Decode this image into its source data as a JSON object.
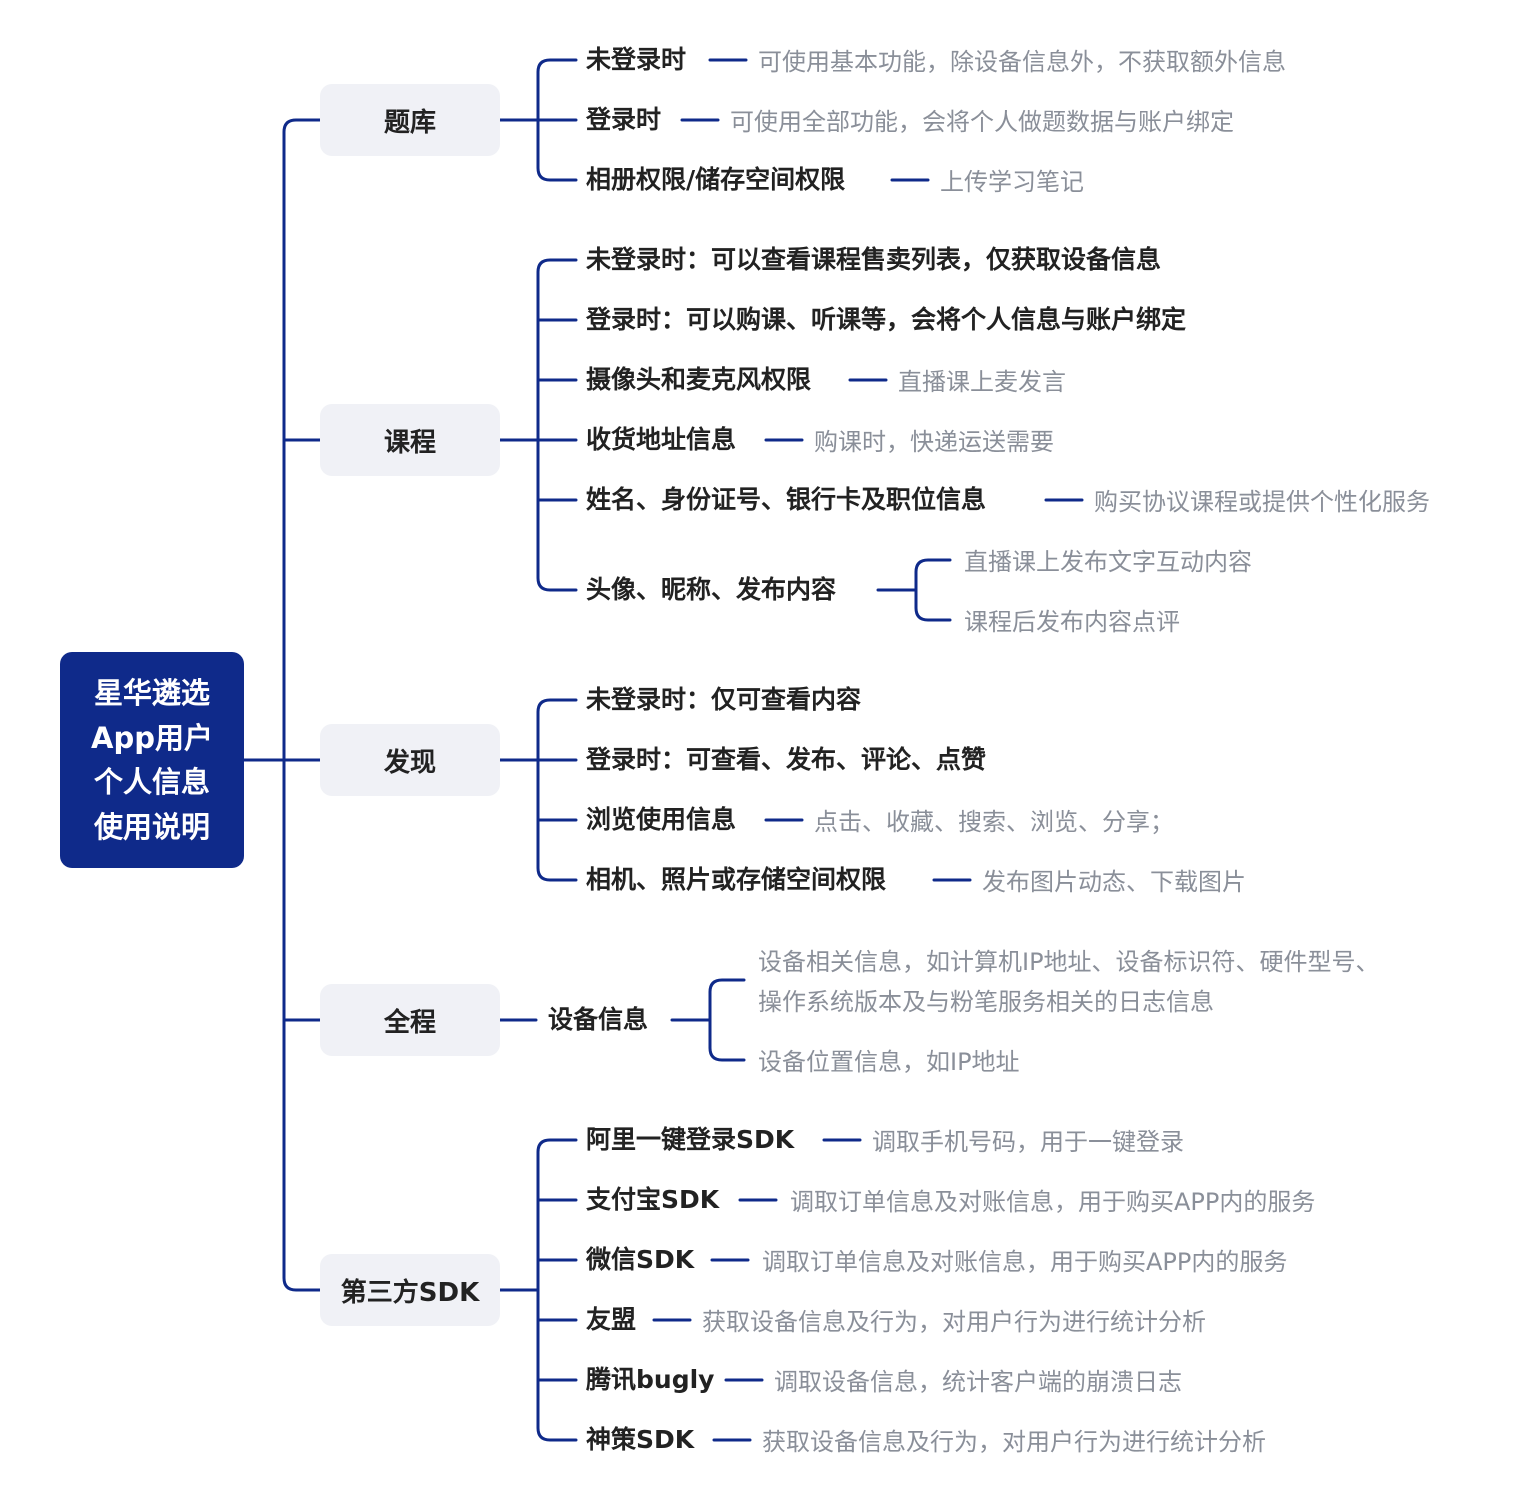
{
  "root": {
    "lines": [
      "星华遴选",
      "App用户",
      "个人信息",
      "使用说明"
    ]
  },
  "categories": [
    "题库",
    "课程",
    "发现",
    "全程",
    "第三方SDK"
  ],
  "items": [
    "未登录时",
    "登录时",
    "相册权限/储存空间权限",
    "未登录时：可以查看课程售卖列表，仅获取设备信息",
    "登录时：可以购课、听课等，会将个人信息与账户绑定",
    "摄像头和麦克风权限",
    "收货地址信息",
    "姓名、身份证号、银行卡及职位信息",
    "头像、昵称、发布内容",
    "未登录时：仅可查看内容",
    "登录时：可查看、发布、评论、点赞",
    "浏览使用信息",
    "相机、照片或存储空间权限",
    "设备信息",
    "阿里一键登录SDK",
    "支付宝SDK",
    "微信SDK",
    "友盟",
    "腾讯bugly",
    "神策SDK"
  ],
  "descs": [
    "可使用基本功能，除设备信息外，不获取额外信息",
    "可使用全部功能，会将个人做题数据与账户绑定",
    "上传学习笔记",
    "直播课上麦发言",
    "购课时，快递运送需要",
    "购买协议课程或提供个性化服务",
    "直播课上发布文字互动内容",
    "课程后发布内容点评",
    "点击、收藏、搜索、浏览、分享；",
    "发布图片动态、下载图片",
    "设备相关信息，如计算机IP地址、设备标识符、硬件型号、",
    "操作系统版本及与粉笔服务相关的日志信息",
    "设备位置信息，如IP地址",
    "调取手机号码，用于一键登录",
    "调取订单信息及对账信息，用于购买APP内的服务",
    "调取订单信息及对账信息，用于购买APP内的服务",
    "获取设备信息及行为，对用户行为进行统计分析",
    "调取设备信息，统计客户端的崩溃日志",
    "获取设备信息及行为，对用户行为进行统计分析"
  ],
  "colors": {
    "line": "#0f2a8a",
    "root_bg": "#0f2a8a",
    "category_bg": "#f0f1f6",
    "title": "#222222",
    "desc": "#8a8f99"
  }
}
